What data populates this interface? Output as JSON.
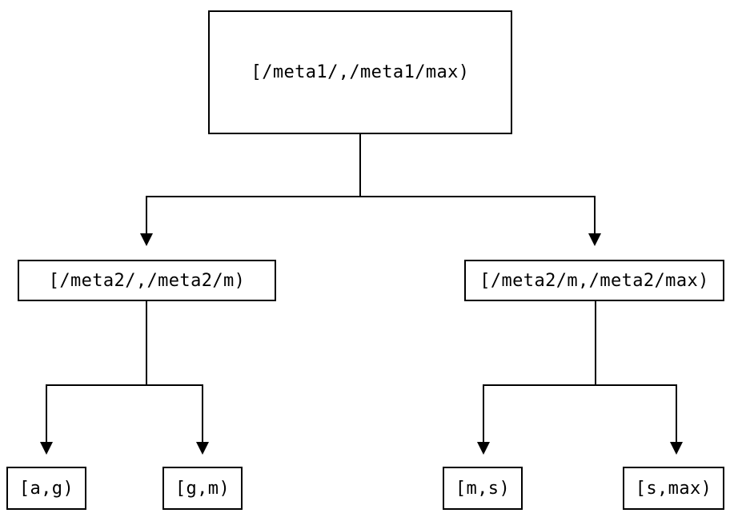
{
  "colors": {
    "background": "#ffffff",
    "line": "#000000",
    "box_border": "#000000",
    "text": "#000000"
  },
  "tree": {
    "root": {
      "label": "[/meta1/,/meta1/max)"
    },
    "children": [
      {
        "label": "[/meta2/,/meta2/m)",
        "children": [
          {
            "label": "[a,g)"
          },
          {
            "label": "[g,m)"
          }
        ]
      },
      {
        "label": "[/meta2/m,/meta2/max)",
        "children": [
          {
            "label": "[m,s)"
          },
          {
            "label": "[s,max)"
          }
        ]
      }
    ]
  }
}
